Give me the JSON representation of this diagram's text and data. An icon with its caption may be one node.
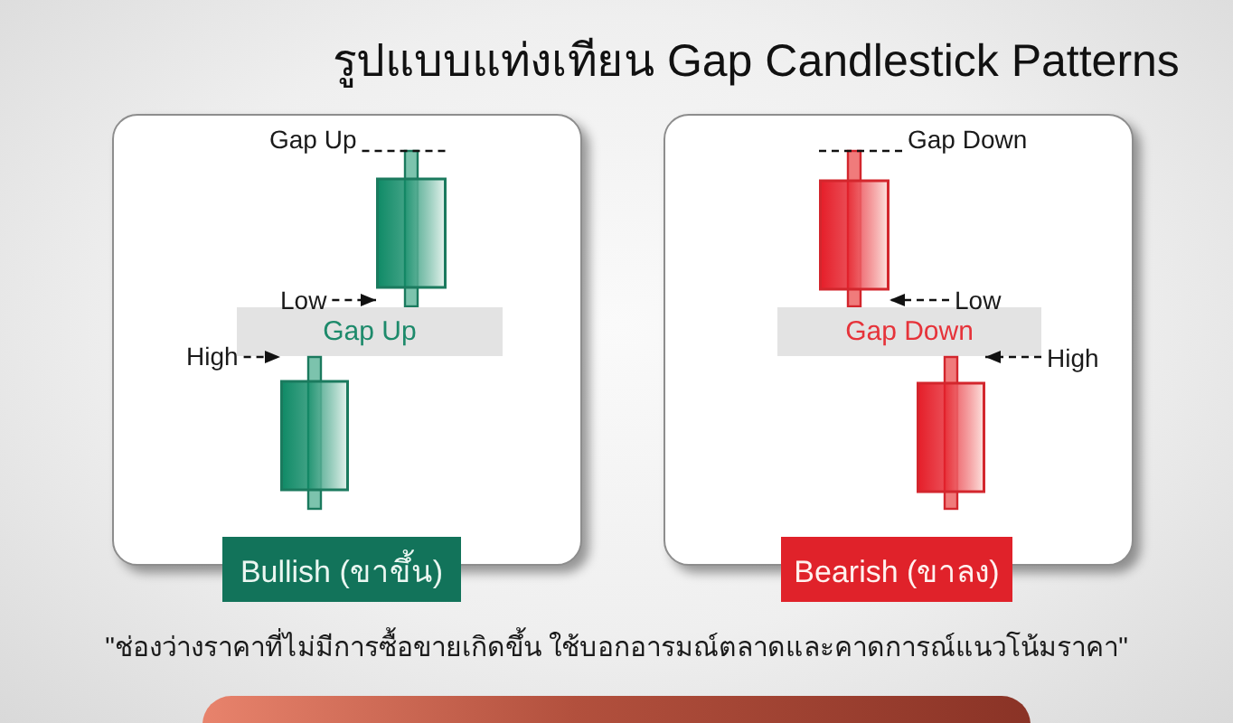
{
  "diagram": {
    "title": "รูปแบบแท่งเทียน Gap Candlestick Patterns",
    "caption": "\"ช่องว่างราคาที่ไม่มีการซื้อขายเกิดขึ้น ใช้บอกอารมณ์ตลาดและคาดการณ์แนวโน้มราคา\"",
    "nodes": [
      {
        "text": [],
        "shape": "box"
      },
      {
        "text": [
          "Gap Up"
        ],
        "in": 0
      },
      {
        "text": [],
        "shape": "candlestick",
        "in": 0
      },
      {
        "text": [
          "Low"
        ],
        "in": 0
      },
      {
        "text": [
          "Gap Up"
        ],
        "in": 0
      },
      {
        "text": [
          "High"
        ],
        "in": 0
      },
      {
        "text": [],
        "shape": "candlestick",
        "in": 0
      },
      {
        "text": [
          "Bullish (ขาขึ้น)"
        ]
      },
      {
        "text": [],
        "shape": "box"
      },
      {
        "text": [
          "Gap Down"
        ],
        "in": 8
      },
      {
        "text": [],
        "shape": "candlestick",
        "in": 8
      },
      {
        "text": [
          "Low"
        ],
        "in": 8
      },
      {
        "text": [
          "Gap Down"
        ],
        "in": 8
      },
      {
        "text": [
          "High"
        ],
        "in": 8
      },
      {
        "text": [],
        "shape": "candlestick",
        "in": 8
      },
      {
        "text": [
          "Bearish (ขาลง)"
        ]
      }
    ],
    "edges": [
      {
        "from": 1,
        "to": 2,
        "arrow": "none",
        "style": "dashed"
      },
      {
        "from": 3,
        "to": 2,
        "arrow": "to",
        "style": "dashed"
      },
      {
        "from": 5,
        "to": 6,
        "arrow": "to",
        "style": "dashed"
      },
      {
        "from": 9,
        "to": 10,
        "arrow": "none",
        "style": "dashed"
      },
      {
        "from": 11,
        "to": 10,
        "arrow": "to",
        "style": "dashed"
      },
      {
        "from": 13,
        "to": 14,
        "arrow": "to",
        "style": "dashed"
      }
    ]
  }
}
